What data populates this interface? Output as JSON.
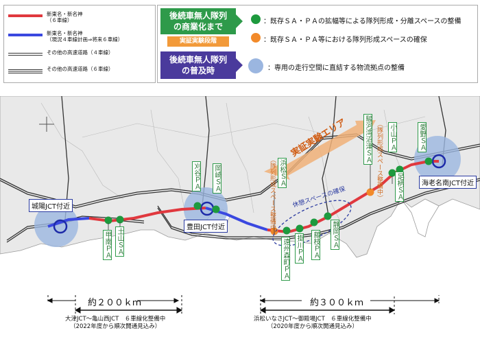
{
  "legend": {
    "items": [
      {
        "label": "新東名・新名神\n（６車線）",
        "color": "#e0383e",
        "style": "single"
      },
      {
        "label": "新東名・新名神\n（現況４車線計画⇒将来６車線）",
        "color": "#3a48e0",
        "style": "single"
      },
      {
        "label": "その他の高速道路（４車線）",
        "color": "#333333",
        "style": "double"
      },
      {
        "label": "その他の高速道路（６車線）",
        "color": "#333333",
        "style": "triple"
      }
    ]
  },
  "phases": {
    "commercial": "後続車無人隊列\nの商業化まで",
    "demo": "実証実験段階",
    "spread": "後続車無人隊列\nの普及時"
  },
  "categories": [
    {
      "text": "：既存ＳＡ・ＰＡの拡幅等による隊列形成・分離スペースの整備",
      "color": "#1e9a3e"
    },
    {
      "text": "：既存ＳＡ・ＰＡ等における隊列形成スペースの確保",
      "color": "#f28a2a"
    },
    {
      "text": "：専用の走行空間に直結する物流拠点の整備",
      "color": "#9bb6e0"
    }
  ],
  "map": {
    "junctions": [
      "城陽JCT付近",
      "豊田JCT付近",
      "海老名南JCT付近"
    ],
    "service_areas": [
      "甲南ＰＡ",
      "土山ＳＡ",
      "刈谷ＰＡ",
      "岡崎ＳＡ",
      "浜松ＳＡ",
      "遠州森町ＰＡ",
      "掛川ＰＡ",
      "藤枝ＰＡ",
      "静岡ＳＡ",
      "駿河湾沼津ＳＡ",
      "足柄ＳＡ",
      "小山ＰＡ",
      "愛野ＳＡ"
    ],
    "annotations": {
      "hamamatsu_note": "（隊列形成スペース整備中）",
      "suruga_note": "（隊列形成スペース整備中）",
      "rest_space": "休憩スペースの確保",
      "demo_area": "実証実験エリア"
    }
  },
  "distances": {
    "west": "約２００ｋｍ",
    "east": "約３００ｋｍ"
  },
  "notes": {
    "west": "大津JCT～亀山西JCT　６車線化整備中\n（2022年度から順次開通見込み）",
    "east": "浜松いなさJCT～御殿場JCT　６車線化整備中\n（2020年度から順次開通見込み）"
  }
}
